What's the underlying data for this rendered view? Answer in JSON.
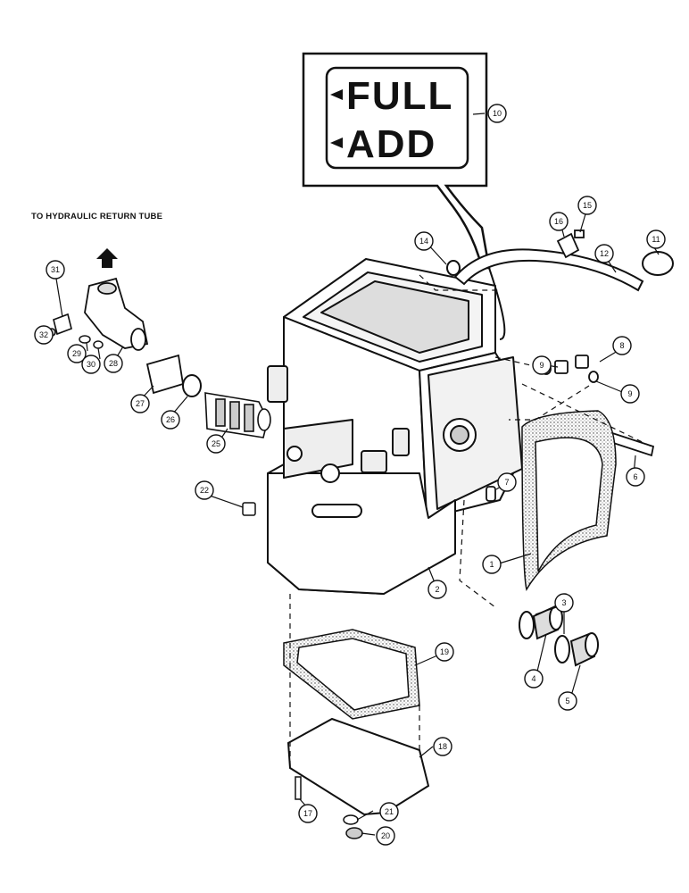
{
  "caption": "TO HYDRAULIC RETURN TUBE",
  "decal": {
    "line1": "FULL",
    "line2": "ADD"
  },
  "callouts": {
    "c1": "1",
    "c2": "2",
    "c3": "3",
    "c4": "4",
    "c5": "5",
    "c6": "6",
    "c7": "7",
    "c8": "8",
    "c9a": "9",
    "c9b": "9",
    "c10": "10",
    "c11": "11",
    "c12": "12",
    "c14": "14",
    "c15": "15",
    "c16": "16",
    "c17": "17",
    "c18": "18",
    "c19": "19",
    "c20": "20",
    "c21": "21",
    "c22": "22",
    "c25": "25",
    "c26": "26",
    "c27": "27",
    "c28": "28",
    "c29": "29",
    "c30": "30",
    "c31": "31",
    "c32": "32"
  }
}
